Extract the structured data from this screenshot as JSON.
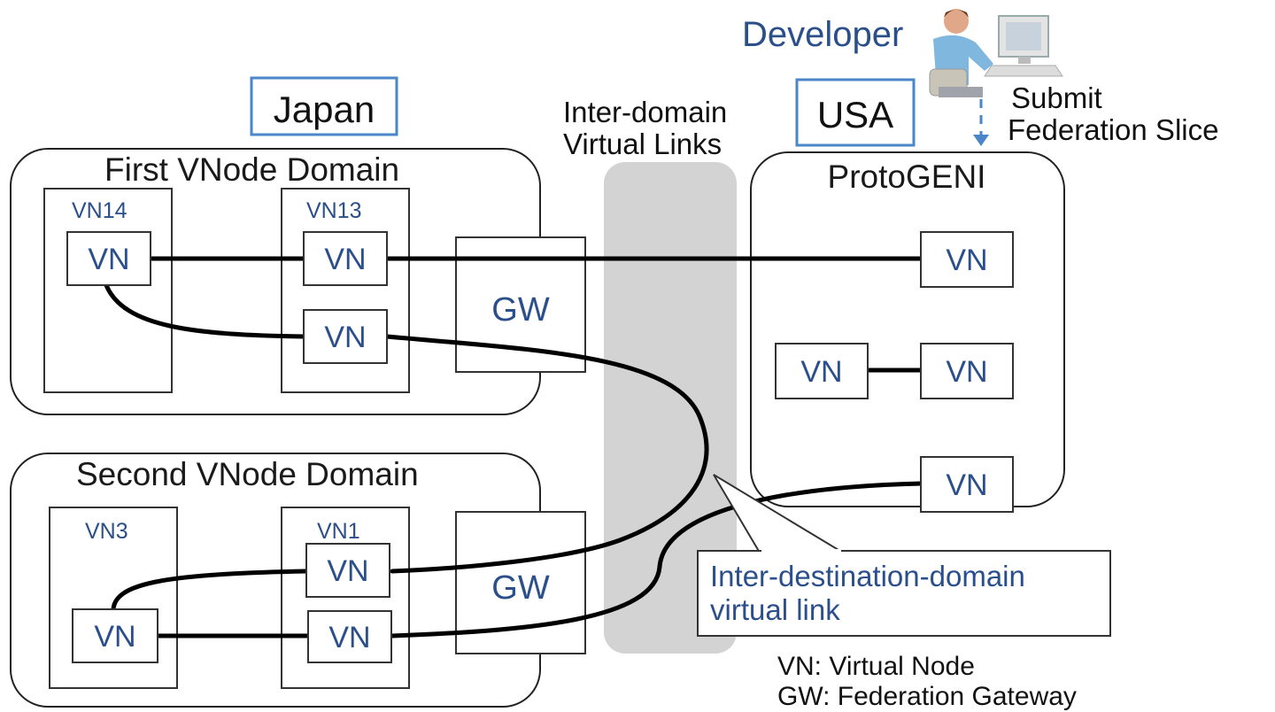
{
  "developer": {
    "label": "Developer",
    "submit_line1": "Submit",
    "submit_line2": "Federation Slice",
    "icon": "developer-at-computer-icon"
  },
  "regions": {
    "japan": "Japan",
    "usa": "USA"
  },
  "inter_domain": {
    "line1": "Inter-domain",
    "line2": "Virtual Links"
  },
  "domains": {
    "first": {
      "title": "First VNode Domain",
      "hosts": [
        "VN14",
        "VN13"
      ]
    },
    "second": {
      "title": "Second VNode Domain",
      "hosts": [
        "VN3",
        "VN1"
      ]
    },
    "protogeni": {
      "title": "ProtoGENI"
    }
  },
  "node_label": "VN",
  "gateway_label": "GW",
  "callout": {
    "line1": "Inter-destination-domain",
    "line2": "virtual link"
  },
  "legend": {
    "vn": "VN: Virtual Node",
    "gw": "GW: Federation Gateway"
  },
  "colors": {
    "accent_blue": "#4a86c8",
    "text_blue": "#2b4f8a",
    "band_gray": "#d3d3d3"
  }
}
